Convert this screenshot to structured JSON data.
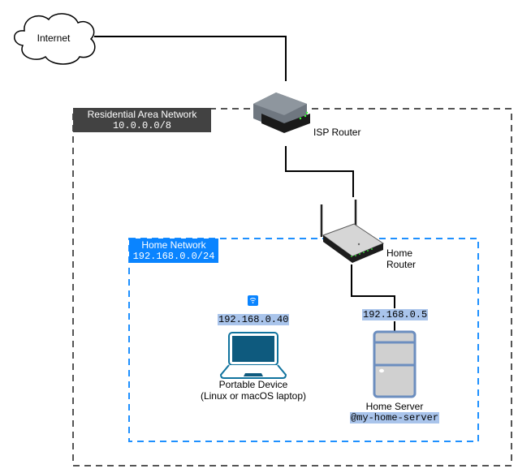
{
  "diagram": {
    "nodes": {
      "internet": {
        "label": "Internet",
        "icon": "cloud-icon"
      },
      "isp_router": {
        "label": "ISP Router",
        "icon": "isp-router-icon"
      },
      "home_router": {
        "label_line1": "Home",
        "label_line2": "Router",
        "icon": "wireless-router-icon"
      },
      "portable_device": {
        "ip": "192.168.0.40",
        "label_line1": "Portable Device",
        "label_line2": "(Linux or macOS laptop)",
        "icon": "laptop-icon",
        "badge_icon": "wifi-icon"
      },
      "home_server": {
        "ip": "192.168.0.5",
        "label": "Home Server",
        "hostname": "@my-home-server",
        "icon": "server-tower-icon"
      }
    },
    "zones": {
      "residential": {
        "title": "Residential Area Network",
        "cidr": "10.0.0.0/8",
        "color": "#424242"
      },
      "home": {
        "title": "Home Network",
        "cidr": "192.168.0.0/24",
        "color": "#0a84ff"
      }
    },
    "colors": {
      "ip_highlight": "#a9c4eb",
      "laptop": "#10739e",
      "laptop_screen": "#0e5a7e",
      "server_fill": "#d0d0d0",
      "server_stroke": "#6c8ebf"
    }
  }
}
